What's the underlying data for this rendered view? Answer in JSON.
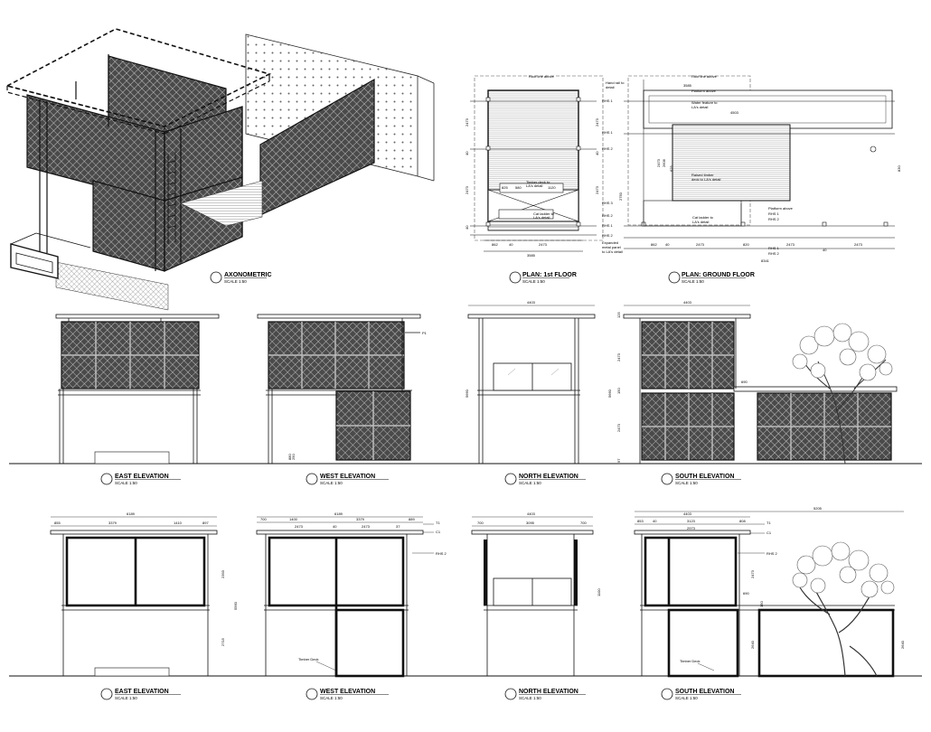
{
  "drawings": {
    "axonometric": {
      "title": "AXONOMETRIC",
      "scale": "SCALE 1:50"
    },
    "plan_first": {
      "title": "PLAN: 1st FLOOR",
      "scale": "SCALE 1:50",
      "labels": {
        "roof_line": "Roof line above",
        "hand_rail_1": "Hand rail to",
        "hand_rail_2": "detail",
        "timber_deck_1": "Timber deck to",
        "timber_deck_2": "LA's detail",
        "cat_ladder_1": "Cat ladder to",
        "cat_ladder_2": "LA's detail",
        "expanded_1": "Expanded",
        "expanded_2": "metal panel",
        "expanded_3": "to LA's detail"
      },
      "rhs": [
        "RHS 1",
        "RHS 1",
        "RHS 2",
        "RHS 3",
        "RHS 2",
        "RHS 1",
        "RHS 2"
      ],
      "dims": {
        "h1": "2473",
        "h2": "40",
        "h3": "2473",
        "h4": "40",
        "w1": "862",
        "w2": "40",
        "w3": "2473",
        "w_total": "3585",
        "d1": "825",
        "d2": "580",
        "d3": "1120",
        "v1": "2473",
        "v2": "40",
        "v3": "2473"
      }
    },
    "plan_ground": {
      "title": "PLAN: GROUND FLOOR",
      "scale": "SCALE 1:50",
      "labels": {
        "roof_line": "Roof line above",
        "platform_above": "Platform above",
        "water_feature_1": "Water feature to",
        "water_feature_2": "LA's detail",
        "raised_deck_1": "Raised timber",
        "raised_deck_2": "deck to LA's detail",
        "cat_ladder_1": "Cat ladder to",
        "cat_ladder_2": "LA's detail",
        "platform_above2": "Platform above"
      },
      "rhs": [
        "RHS 1",
        "RHS 2",
        "RHS 2",
        "RHS 1"
      ],
      "dims": {
        "top": "3585",
        "mid": "4503",
        "d1": "862",
        "d2": "40",
        "d3": "2473",
        "d4": "820",
        "d5": "2473",
        "d6": "40",
        "d7": "2473",
        "total": "8341",
        "v1": "2750",
        "v2": "625",
        "v3": "2473",
        "v4": "2606",
        "v5": "830"
      }
    },
    "east_elev_1": {
      "title": "EAST ELEVATION",
      "scale": "SCALE 1:50"
    },
    "west_elev_1": {
      "title": "WEST ELEVATION",
      "scale": "SCALE 1:50",
      "tag": "P1",
      "dims": {
        "d1": "880",
        "d2": "250"
      }
    },
    "north_elev_1": {
      "title": "NORTH ELEVATION",
      "scale": "SCALE 1:50",
      "dims": {
        "w": "4403",
        "h": "5660"
      }
    },
    "south_elev_1": {
      "title": "SOUTH ELEVATION",
      "scale": "SCALE 1:50",
      "dims": {
        "w": "4403",
        "v1": "125",
        "v2": "2473",
        "v3": "150",
        "v4": "2473",
        "v5": "97",
        "v_total": "5660",
        "g": "690"
      }
    },
    "east_elev_2": {
      "title": "EAST ELEVATION",
      "scale": "SCALE 1:50",
      "dims": {
        "w": "6189",
        "d1": "855",
        "d2": "3379",
        "d3": "1410",
        "d4": "897",
        "v1": "2393",
        "v2": "2715",
        "v_total": "5560"
      }
    },
    "west_elev_2": {
      "title": "WEST ELEVATION",
      "scale": "SCALE 1:50",
      "dims": {
        "w": "6189",
        "d1": "700",
        "d2": "1400",
        "d3": "40",
        "d4": "3379",
        "d5": "37",
        "d6": "2473",
        "d7": "2473",
        "d8": "889"
      },
      "labels": {
        "t1": "T1",
        "c1": "C1",
        "rhs2": "RHS 2",
        "timber_deck": "Timber Deck"
      }
    },
    "north_elev_2": {
      "title": "NORTH ELEVATION",
      "scale": "SCALE 1:50",
      "dims": {
        "w": "4403",
        "d1": "700",
        "d2": "3095",
        "d3": "700",
        "v": "1100"
      }
    },
    "south_elev_2": {
      "title": "SOUTH ELEVATION",
      "scale": "SCALE 1:50",
      "dims": {
        "w": "5205",
        "w2": "4403",
        "d1": "853",
        "d2": "40",
        "d3": "3123",
        "d4": "808",
        "d5": "2973",
        "v1": "2473",
        "v2": "690",
        "v3": "150",
        "v4": "2640",
        "v5": "2640"
      },
      "labels": {
        "t1": "T1",
        "c1": "C1",
        "rhs2": "RHS 2",
        "timber_deck": "Timber Deck"
      }
    }
  }
}
